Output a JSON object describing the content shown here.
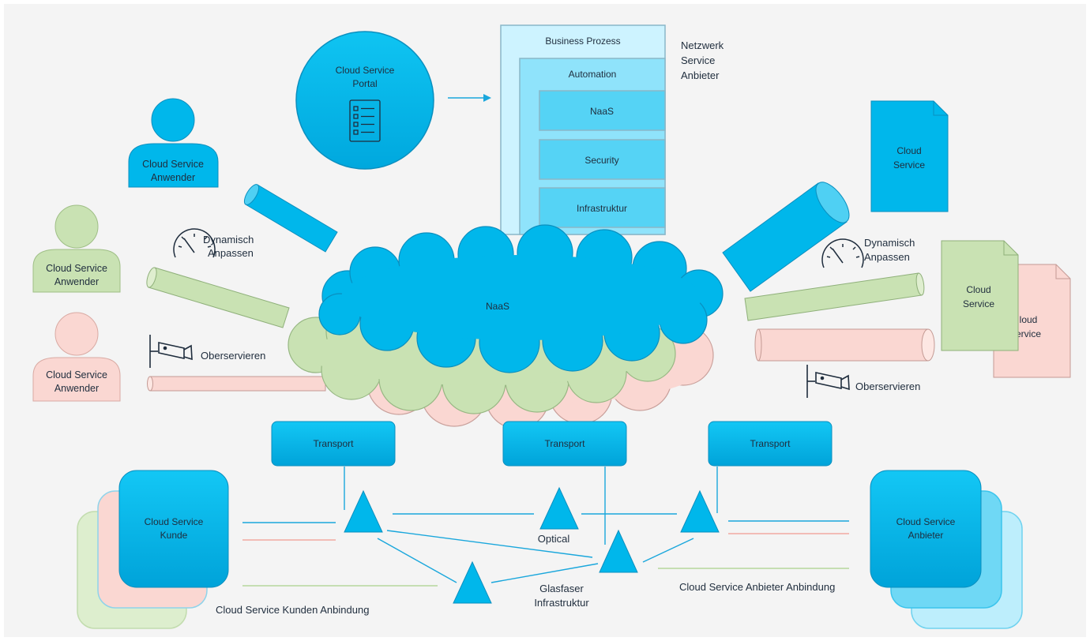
{
  "colors": {
    "background": "#f4f4f4",
    "blue": "#00b7eb",
    "blue_dark": "#0a8fbf",
    "blue_light": "#cdf3ff",
    "blue_mid": "#8fe3fb",
    "green": "#c9e2b3",
    "pink": "#fad7d2",
    "text_dark": "#1f2d3d",
    "text_white": "#ffffff"
  },
  "icons": [
    "user-icon",
    "document-icon",
    "checklist-icon",
    "speedometer-icon",
    "camera-icon",
    "triangle-node-icon"
  ],
  "users": [
    {
      "label1": "Cloud Service",
      "label2": "Anwender"
    },
    {
      "label1": "Cloud Service",
      "label2": "Anwender"
    },
    {
      "label1": "Cloud Service",
      "label2": "Anwender"
    }
  ],
  "portal": {
    "line1": "Cloud Service",
    "line2": "Portal"
  },
  "stack": {
    "business": "Business Prozess",
    "automation": "Automation",
    "naas": "NaaS",
    "security": "Security",
    "infrastructure": "Infrastruktur"
  },
  "provider_caption": {
    "line1": "Netzwerk",
    "line2": "Service",
    "line3": "Anbieter"
  },
  "docs": {
    "blue": {
      "line1": "Cloud",
      "line2": "Service"
    },
    "green": {
      "line1": "Cloud",
      "line2": "Service"
    },
    "pink": {
      "line1": "loud",
      "line2": "ervice"
    }
  },
  "labels": {
    "dyn_left_1": "Dynamisch",
    "dyn_left_2": "Anpassen",
    "dyn_right_1": "Dynamisch",
    "dyn_right_2": "Anpassen",
    "obs_left": "Oberservieren",
    "obs_right": "Oberservieren",
    "optical": "Optical",
    "fiber_1": "Glasfaser",
    "fiber_2": "Infrastruktur",
    "customer_link": "Cloud Service Kunden Anbindung",
    "provider_link": "Cloud Service Anbieter Anbindung"
  },
  "cloud": {
    "label": "NaaS"
  },
  "transport": {
    "t1": "Transport",
    "t2": "Transport",
    "t3": "Transport"
  },
  "customer": {
    "line1": "Cloud Service",
    "line2": "Kunde"
  },
  "provider": {
    "line1": "Cloud Service",
    "line2": "Anbieter"
  }
}
